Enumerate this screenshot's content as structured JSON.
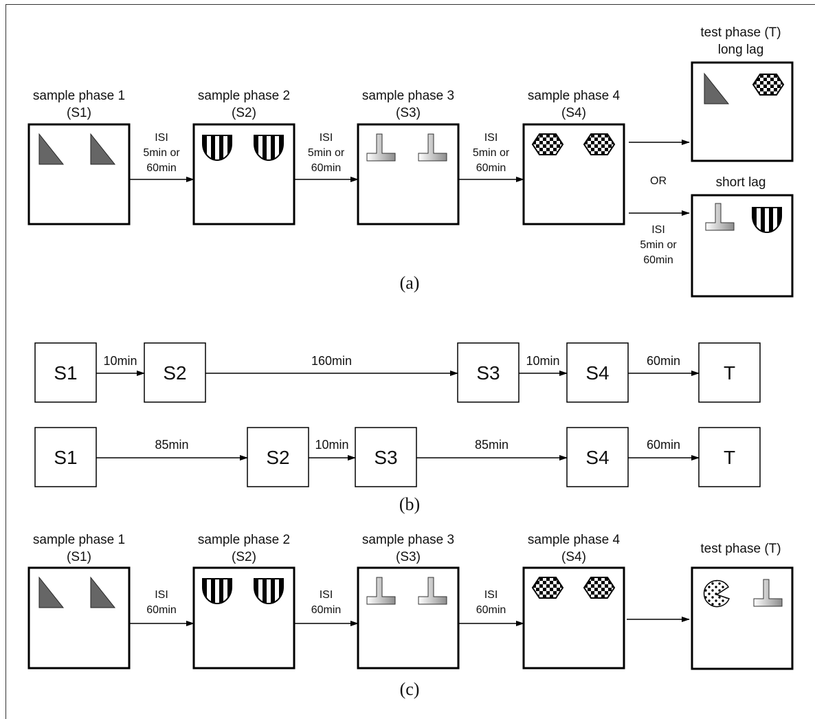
{
  "panel_a": {
    "phases": [
      {
        "title": "sample phase 1",
        "code": "(S1)",
        "objects": [
          "triangle-icon",
          "triangle-icon"
        ]
      },
      {
        "title": "sample phase 2",
        "code": "(S2)",
        "objects": [
          "striped-shield-icon",
          "striped-shield-icon"
        ]
      },
      {
        "title": "sample phase 3",
        "code": "(S3)",
        "objects": [
          "t-shape-icon",
          "t-shape-icon"
        ]
      },
      {
        "title": "sample phase 4",
        "code": "(S4)",
        "objects": [
          "checkered-hexagon-icon",
          "checkered-hexagon-icon"
        ]
      }
    ],
    "isi": [
      [
        "ISI",
        "5min or",
        "60min"
      ],
      [
        "ISI",
        "5min or",
        "60min"
      ],
      [
        "ISI",
        "5min or",
        "60min"
      ]
    ],
    "test_long": {
      "title_line1": "test phase (T)",
      "title_line2": "long lag",
      "objects": [
        "triangle-icon",
        "checkered-hexagon-icon"
      ]
    },
    "or_label": "OR",
    "test_short": {
      "title": "short lag",
      "objects": [
        "t-shape-icon",
        "striped-shield-icon"
      ]
    },
    "short_isi": [
      "ISI",
      "5min or",
      "60min"
    ],
    "caption": "(a)"
  },
  "panel_b": {
    "row1": {
      "boxes": [
        "S1",
        "S2",
        "S3",
        "S4",
        "T"
      ],
      "intervals": [
        "10min",
        "160min",
        "10min",
        "60min"
      ]
    },
    "row2": {
      "boxes": [
        "S1",
        "S2",
        "S3",
        "S4",
        "T"
      ],
      "intervals": [
        "85min",
        "10min",
        "85min",
        "60min"
      ]
    },
    "caption": "(b)"
  },
  "panel_c": {
    "phases": [
      {
        "title": "sample phase 1",
        "code": "(S1)",
        "objects": [
          "triangle-icon",
          "triangle-icon"
        ]
      },
      {
        "title": "sample phase 2",
        "code": "(S2)",
        "objects": [
          "striped-shield-icon",
          "striped-shield-icon"
        ]
      },
      {
        "title": "sample phase 3",
        "code": "(S3)",
        "objects": [
          "t-shape-icon",
          "t-shape-icon"
        ]
      },
      {
        "title": "sample phase 4",
        "code": "(S4)",
        "objects": [
          "checkered-hexagon-icon",
          "checkered-hexagon-icon"
        ]
      }
    ],
    "isi": [
      [
        "ISI",
        "60min"
      ],
      [
        "ISI",
        "60min"
      ],
      [
        "ISI",
        "60min"
      ]
    ],
    "test": {
      "title": "test phase (T)",
      "objects": [
        "dotted-pacman-icon",
        "t-shape-icon"
      ]
    },
    "caption": "(c)"
  },
  "colors": {
    "dark_gray": "#666666",
    "light_gray": "#bbbbbb",
    "black": "#000000"
  }
}
